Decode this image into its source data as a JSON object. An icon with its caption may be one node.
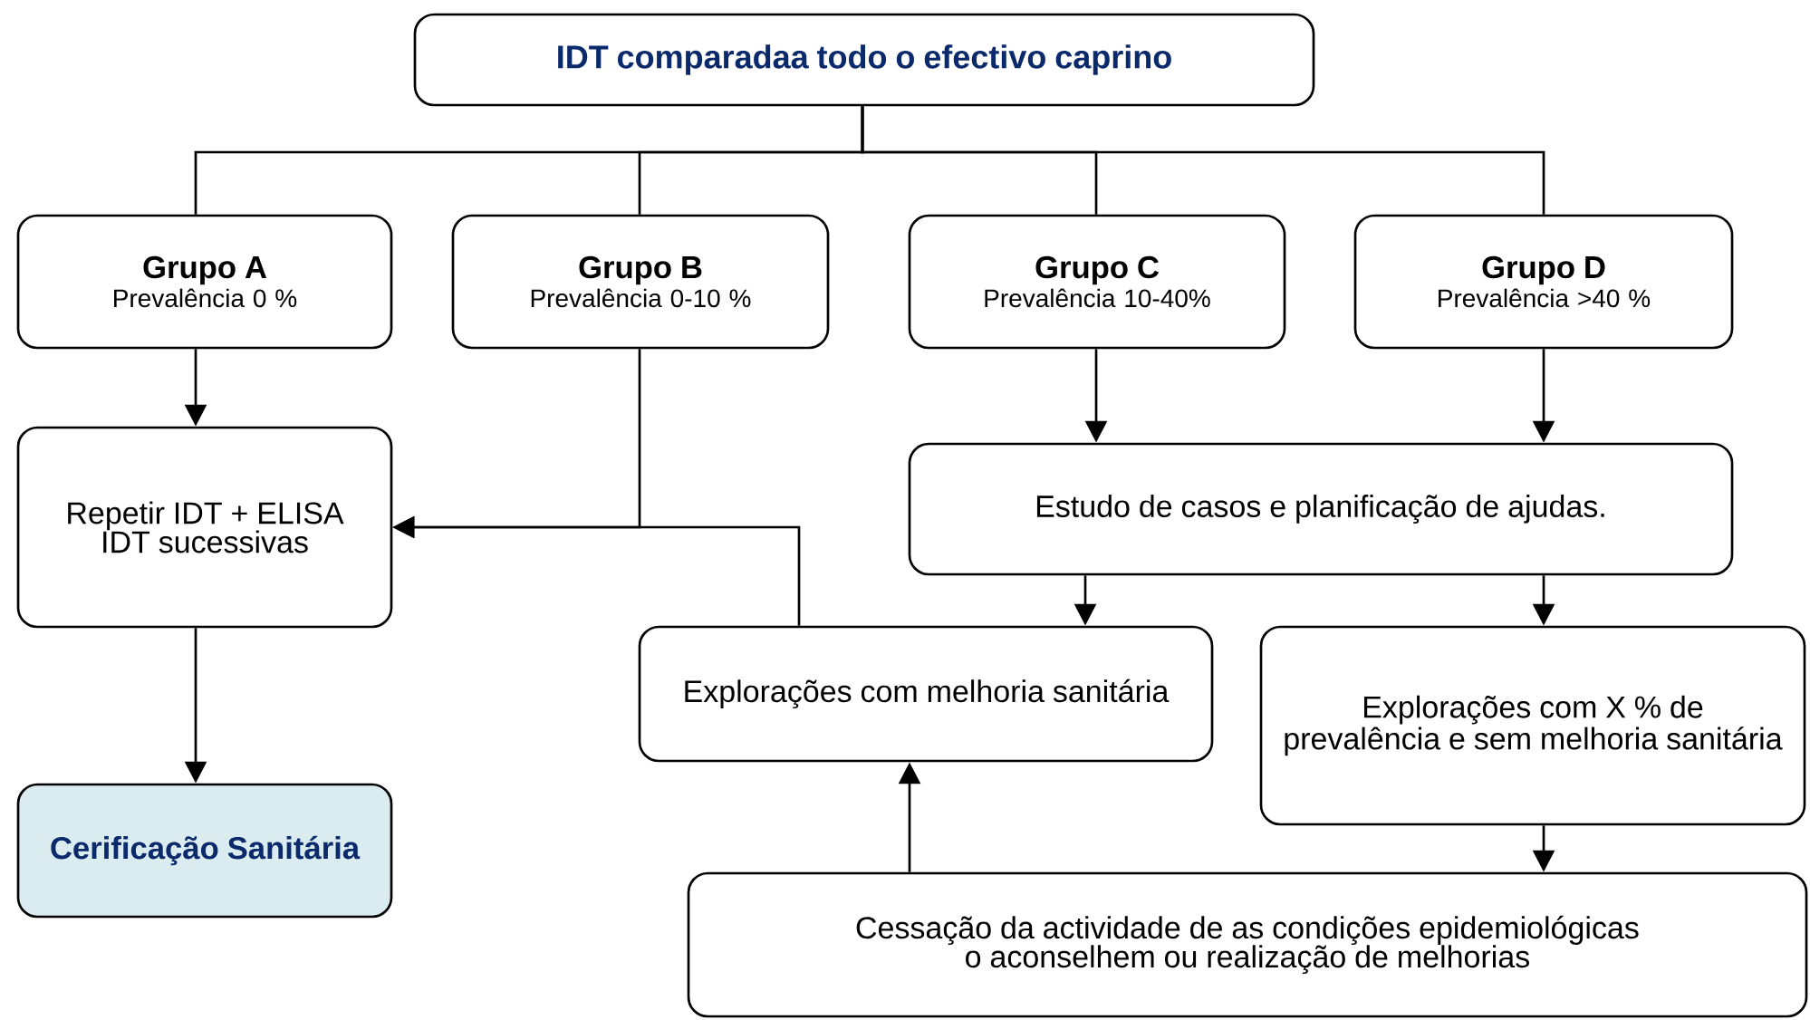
{
  "diagram": {
    "nodes": [
      {
        "text": [
          "IDT comparadaa todo o efectivo caprino"
        ]
      },
      {
        "text": [
          "Grupo A",
          "Prevalência 0 %"
        ]
      },
      {
        "text": [
          "Grupo B",
          "Prevalência 0-10 %"
        ]
      },
      {
        "text": [
          "Grupo C",
          "Prevalência 10-40%"
        ]
      },
      {
        "text": [
          "Grupo D",
          "Prevalência >40 %"
        ]
      },
      {
        "text": [
          "Repetir IDT + ELISA IDT sucessivas"
        ]
      },
      {
        "text": [
          "Estudo de casos e planificação de ajudas."
        ]
      },
      {
        "text": [
          "Explorações com melhoria sanitária"
        ]
      },
      {
        "text": [
          "Explorações com X % de prevalência e sem melhoria sanitária"
        ]
      },
      {
        "text": [
          "Cerificação Sanitária"
        ]
      },
      {
        "text": [
          "Cessação da actividade de as condições epidemiológicas o aconselhem ou realização de melhorias"
        ]
      }
    ],
    "edges": [
      {
        "from": 0,
        "to": 1,
        "arrow": "none"
      },
      {
        "from": 0,
        "to": 2,
        "arrow": "none"
      },
      {
        "from": 0,
        "to": 3,
        "arrow": "none"
      },
      {
        "from": 0,
        "to": 4,
        "arrow": "none"
      },
      {
        "from": 1,
        "to": 5,
        "arrow": "to"
      },
      {
        "from": 2,
        "to": 5,
        "arrow": "to"
      },
      {
        "from": 3,
        "to": 6,
        "arrow": "to"
      },
      {
        "from": 4,
        "to": 6,
        "arrow": "to"
      },
      {
        "from": 6,
        "to": 7,
        "arrow": "to"
      },
      {
        "from": 6,
        "to": 8,
        "arrow": "to"
      },
      {
        "from": 7,
        "to": 5,
        "arrow": "to"
      },
      {
        "from": 8,
        "to": 10,
        "arrow": "to"
      },
      {
        "from": 10,
        "to": 7,
        "arrow": "to"
      },
      {
        "from": 5,
        "to": 9,
        "arrow": "to"
      }
    ]
  }
}
